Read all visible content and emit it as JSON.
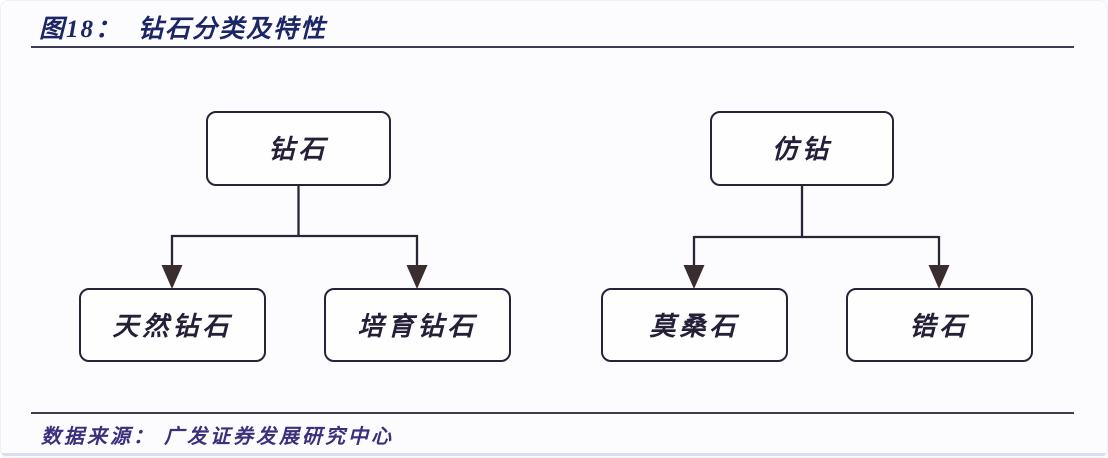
{
  "header": {
    "figure_label": "图18：",
    "title": "钻石分类及特性"
  },
  "diagram": {
    "type": "tree",
    "trees": [
      {
        "root": {
          "label": "钻石"
        },
        "children": [
          {
            "label": "天然钻石"
          },
          {
            "label": "培育钻石"
          }
        ]
      },
      {
        "root": {
          "label": "仿钻"
        },
        "children": [
          {
            "label": "莫桑石"
          },
          {
            "label": "锆石"
          }
        ]
      }
    ]
  },
  "footer": {
    "source": "数据来源： 广发证券发展研究中心"
  },
  "colors": {
    "background": "#fcfcfe",
    "title_text": "#1c2566",
    "rule": "#3c3d52",
    "box_border": "#282338",
    "box_text": "#251f38",
    "line": "#2a2438",
    "arrow": "#392d30",
    "source_text": "#3d2f7c",
    "bottom_strip": "#d9dff0"
  }
}
